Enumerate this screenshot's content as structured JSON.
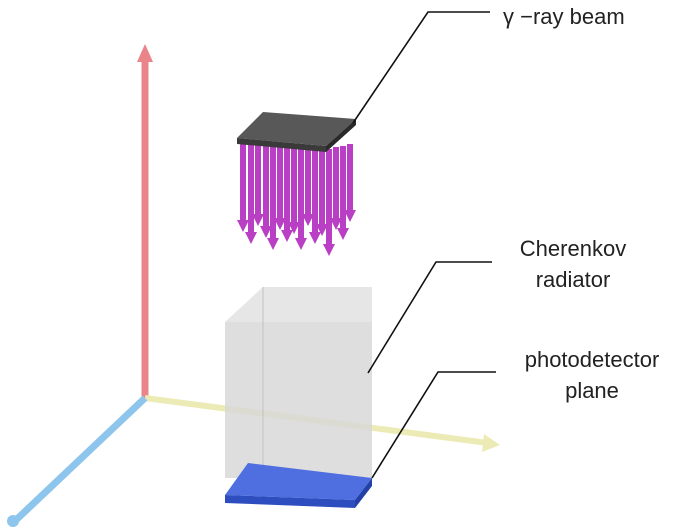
{
  "labels": {
    "beam": "γ −ray beam",
    "radiator_line1": "Cherenkov",
    "radiator_line2": "radiator",
    "detector_line1": "photodetector",
    "detector_line2": "plane"
  },
  "beam_arrow_count": 16,
  "colors": {
    "axis_vertical": "#e8848a",
    "axis_horizontal": "#ecebb6",
    "axis_depth": "#8ec5ec",
    "plate_top": "#585858",
    "plate_side": "#3a3a3a",
    "arrows": "#b93fc4",
    "radiator": "#d9d9d9",
    "detector_top": "#4f6fe0",
    "detector_side": "#2e4ec0",
    "leader_lines": "#111111"
  }
}
